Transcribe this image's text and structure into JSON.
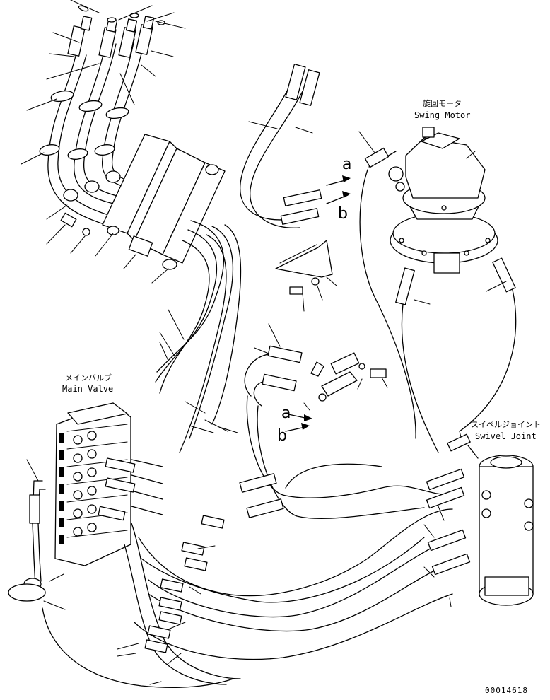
{
  "labels": {
    "swing_motor_ja": "旋回モータ",
    "swing_motor_en": "Swing Motor",
    "main_valve_ja": "メインバルブ",
    "main_valve_en": "Main Valve",
    "swivel_joint_ja": "スイベルジョイント",
    "swivel_joint_en": "Swivel Joint",
    "port_a": "a",
    "port_b": "b",
    "drawing_number": "00014618"
  },
  "colors": {
    "line": "#000000",
    "background": "#ffffff"
  }
}
